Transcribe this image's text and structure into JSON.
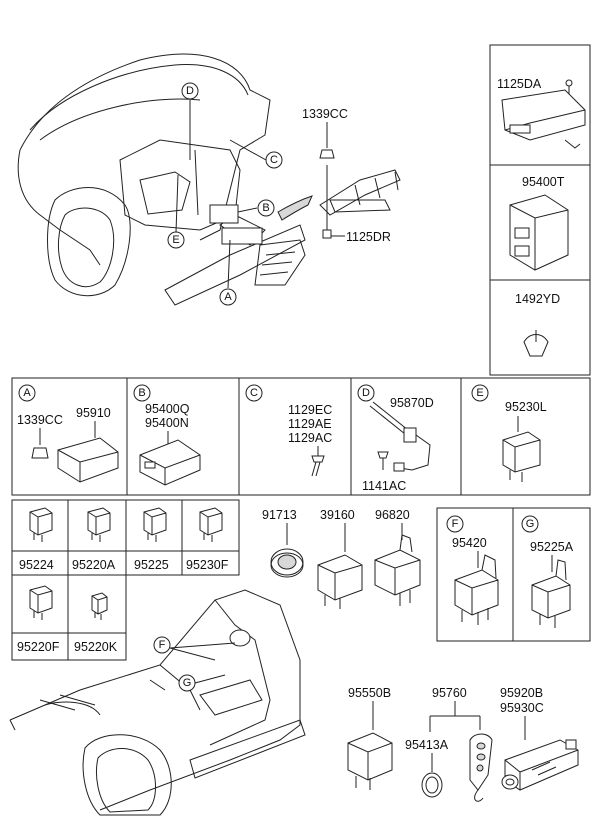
{
  "callouts": {
    "car_top": {
      "D": "D",
      "C": "C",
      "B": "B",
      "E": "E",
      "A": "A"
    },
    "car_bottom": {
      "F": "F",
      "G": "G"
    }
  },
  "top": {
    "p1339CC": "1339CC",
    "p1125DR": "1125DR"
  },
  "right_col": {
    "p1125DA": "1125DA",
    "p95400T": "95400T",
    "p1492YD": "1492YD"
  },
  "row1": {
    "A": {
      "letter": "A",
      "labels": [
        "1339CC",
        "95910"
      ]
    },
    "B": {
      "letter": "B",
      "labels": [
        "95400Q",
        "95400N"
      ]
    },
    "C": {
      "letter": "C",
      "labels": [
        "1129EC",
        "1129AE",
        "1129AC"
      ]
    },
    "D": {
      "letter": "D",
      "labels": [
        "95870D",
        "1141AC"
      ]
    },
    "E": {
      "letter": "E",
      "labels": [
        "95230L"
      ]
    }
  },
  "relay_grid": [
    "95224",
    "95220A",
    "95225",
    "95230F",
    "95220F",
    "95220K"
  ],
  "middle": {
    "p91713": "91713",
    "p39160": "39160",
    "p96820": "96820"
  },
  "fg_box": {
    "F": {
      "letter": "F",
      "label": "95420"
    },
    "G": {
      "letter": "G",
      "label": "95225A"
    }
  },
  "bottom": {
    "p95550B": "95550B",
    "p95760": "95760",
    "p95413A": "95413A",
    "p95920B": "95920B",
    "p95930C": "95930C"
  }
}
